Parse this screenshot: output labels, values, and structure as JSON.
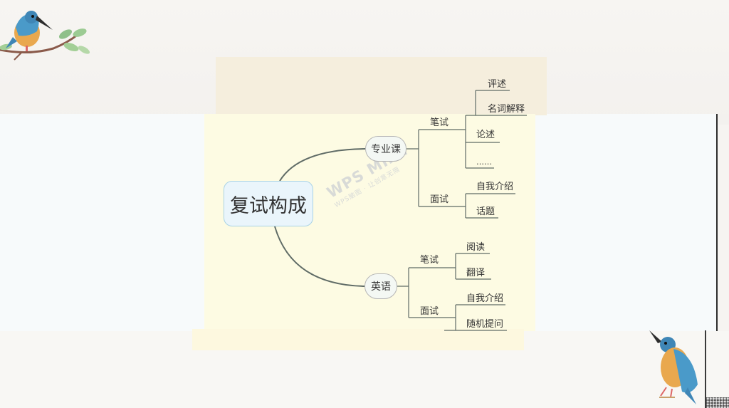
{
  "mindmap": {
    "root": "复试构成",
    "branches": [
      {
        "label": "专业课",
        "groups": [
          {
            "label": "笔试",
            "items": [
              "评述",
              "名词解释",
              "论述",
              "……"
            ]
          },
          {
            "label": "面试",
            "items": [
              "自我介绍",
              "话题"
            ]
          }
        ]
      },
      {
        "label": "英语",
        "groups": [
          {
            "label": "笔试",
            "items": [
              "阅读",
              "翻译"
            ]
          },
          {
            "label": "面试",
            "items": [
              "自我介绍",
              "随机提问"
            ]
          }
        ]
      }
    ]
  },
  "watermark": {
    "title": "WPS Mind",
    "subtitle": "WPS脑图 · 让创意无限"
  },
  "colors": {
    "connector": "#5f6b66",
    "rootBorder": "#a9d3e6",
    "panel": "#fdfbe3",
    "bird": "#4a9ac9"
  },
  "decorations": [
    "kingfisher-on-branch-icon",
    "kingfisher-standing-icon"
  ]
}
